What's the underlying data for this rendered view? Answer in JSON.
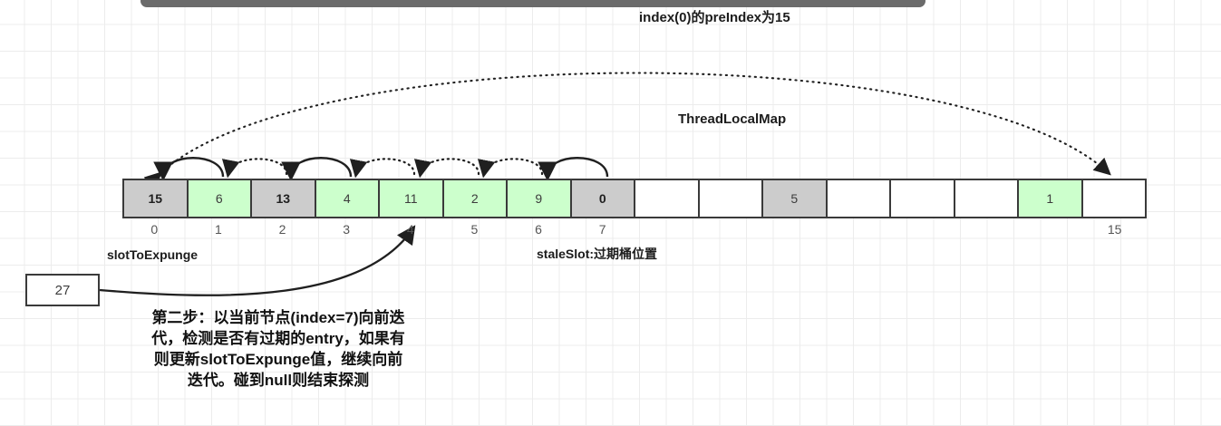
{
  "title_top": "index(0)的preIndex为15",
  "map_label": "ThreadLocalMap",
  "labels": {
    "slot_to_expunge": "slotToExpunge",
    "stale_slot": "staleSlot:过期桶位置"
  },
  "side_box": {
    "value": "27"
  },
  "caption": {
    "line1": "第二步：以当前节点(index=7)向前迭",
    "line2": "代，检测是否有过期的entry，如果有",
    "line3": "则更新slotToExpunge值，继续向前",
    "line4": "迭代。碰到null则结束探测"
  },
  "array": {
    "cells": [
      {
        "value": "15",
        "fill": "gray",
        "bold": true
      },
      {
        "value": "6",
        "fill": "green",
        "bold": false
      },
      {
        "value": "13",
        "fill": "gray",
        "bold": true
      },
      {
        "value": "4",
        "fill": "green",
        "bold": false
      },
      {
        "value": "11",
        "fill": "green",
        "bold": false
      },
      {
        "value": "2",
        "fill": "green",
        "bold": false
      },
      {
        "value": "9",
        "fill": "green",
        "bold": false
      },
      {
        "value": "0",
        "fill": "gray",
        "bold": true
      },
      {
        "value": "",
        "fill": "empty",
        "bold": false
      },
      {
        "value": "",
        "fill": "empty",
        "bold": false
      },
      {
        "value": "5",
        "fill": "gray",
        "bold": false
      },
      {
        "value": "",
        "fill": "empty",
        "bold": false
      },
      {
        "value": "",
        "fill": "empty",
        "bold": false
      },
      {
        "value": "",
        "fill": "empty",
        "bold": false
      },
      {
        "value": "1",
        "fill": "green",
        "bold": false
      },
      {
        "value": "",
        "fill": "empty",
        "bold": false
      }
    ],
    "ticks": [
      "0",
      "1",
      "2",
      "3",
      "4",
      "5",
      "6",
      "7",
      "",
      "",
      "",
      "",
      "",
      "",
      "",
      "15"
    ]
  },
  "colors": {
    "green_fill": "#ccffcc",
    "gray_fill": "#cccccc",
    "border": "#3a3a3a",
    "grid": "#ececec",
    "topbar": "#6b6b6b",
    "stroke": "#1f1f1f"
  }
}
